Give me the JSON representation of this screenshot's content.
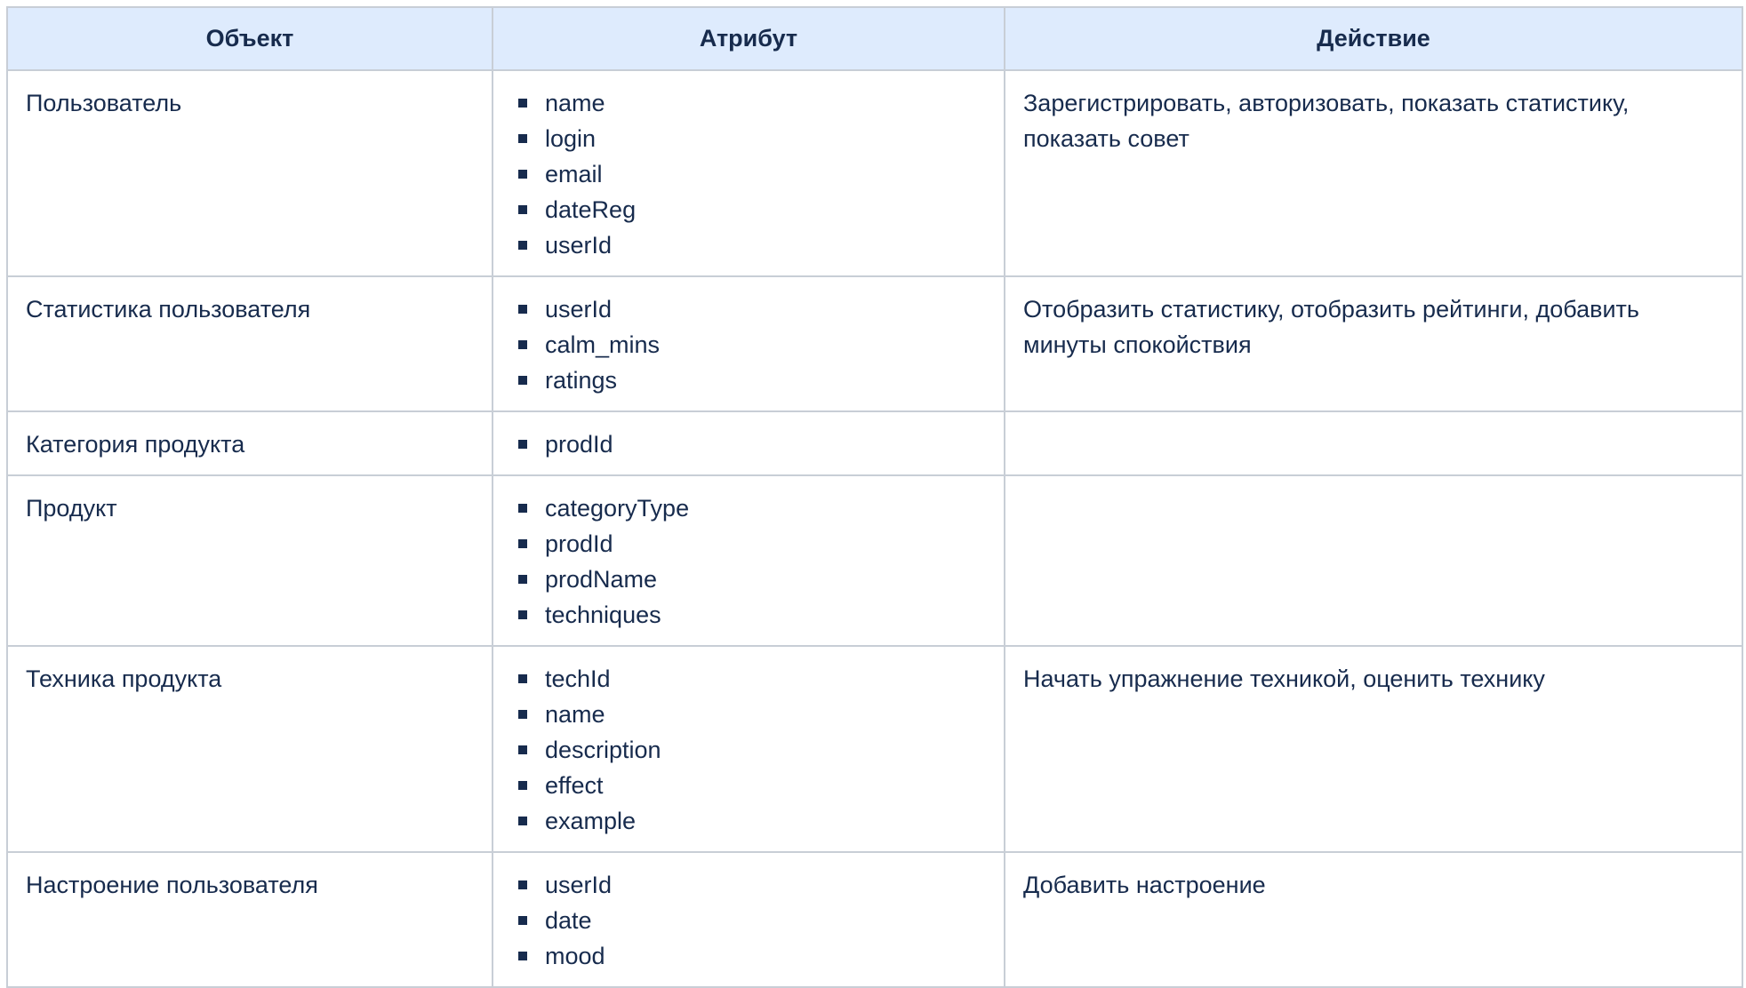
{
  "headers": [
    "Объект",
    "Атрибут",
    "Действие"
  ],
  "rows": [
    {
      "object": "Пользователь",
      "attributes": [
        "name",
        "login",
        "email",
        "dateReg",
        "userId"
      ],
      "action": "Зарегистрировать, авторизовать, показать статистику, показать совет"
    },
    {
      "object": "Статистика пользователя",
      "attributes": [
        "userId",
        "calm_mins",
        "ratings"
      ],
      "action": "Отобразить статистику, отобразить рейтинги, добавить минуты спокойствия"
    },
    {
      "object": "Категория продукта",
      "attributes": [
        "prodId"
      ],
      "action": ""
    },
    {
      "object": "Продукт",
      "attributes": [
        "categoryType",
        "prodId",
        "prodName",
        "techniques"
      ],
      "action": ""
    },
    {
      "object": "Техника продукта",
      "attributes": [
        "techId",
        "name",
        "description",
        "effect",
        "example"
      ],
      "action": "Начать упражнение техникой, оценить технику"
    },
    {
      "object": "Настроение пользователя",
      "attributes": [
        "userId",
        "date",
        "mood"
      ],
      "action": "Добавить настроение"
    }
  ]
}
